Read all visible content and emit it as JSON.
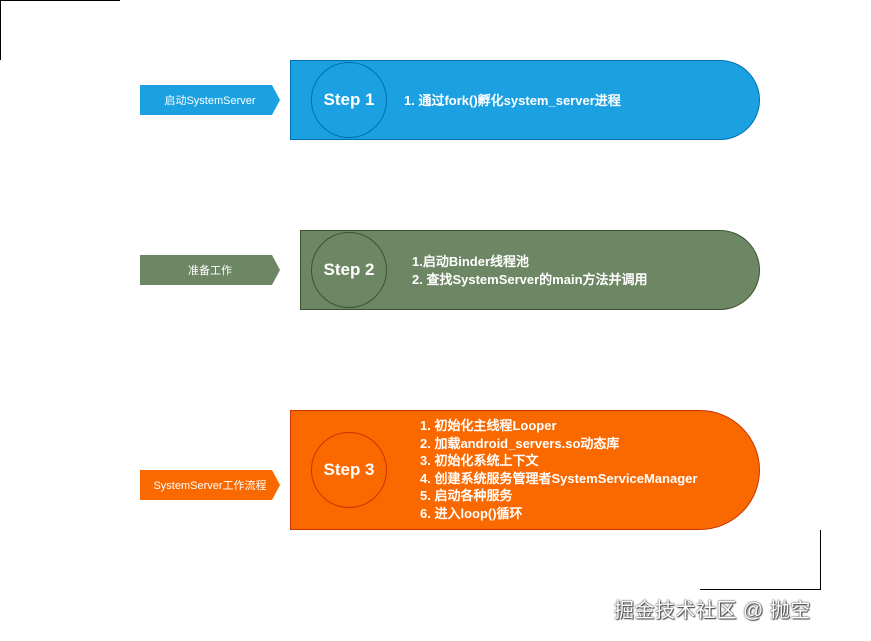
{
  "steps": [
    {
      "label": "启动SystemServer",
      "step": "Step 1",
      "lines": [
        "1. 通过fork()孵化system_server进程"
      ],
      "color": "#1ba1e2",
      "border": "#006eaf"
    },
    {
      "label": "准备工作",
      "step": "Step 2",
      "lines": [
        "1.启动Binder线程池",
        "2. 查找SystemServer的main方法并调用"
      ],
      "color": "#6d8764",
      "border": "#3a5431"
    },
    {
      "label": "SystemServer工作流程",
      "step": "Step 3",
      "lines": [
        "1. 初始化主线程Looper",
        "2. 加载android_servers.so动态库",
        "3. 初始化系统上下文",
        "4. 创建系统服务管理者SystemServiceManager",
        "5. 启动各种服务",
        "6. 进入loop()循环"
      ],
      "color": "#fa6800",
      "border": "#c73500"
    }
  ],
  "watermark": "掘金技术社区 @ 抛空"
}
